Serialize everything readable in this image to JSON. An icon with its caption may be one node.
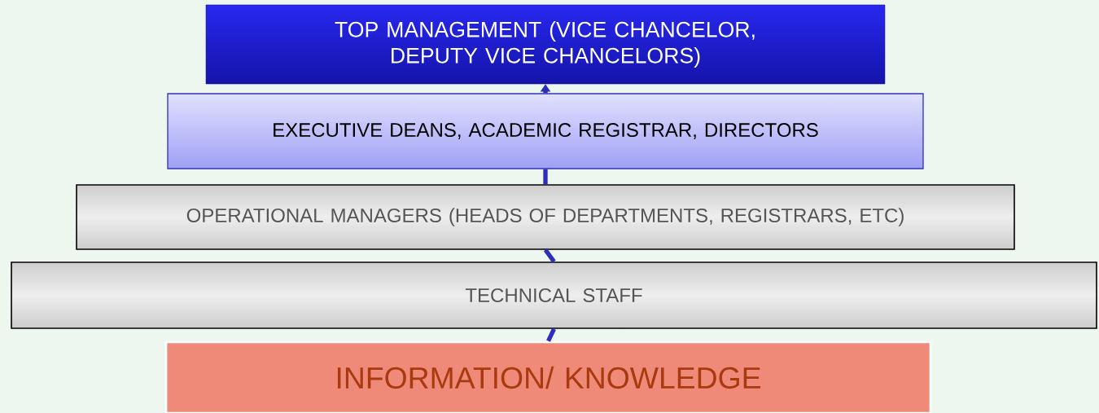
{
  "diagram": {
    "nodes": [
      {
        "text": [
          "TOP MANAGEMENT (VICE CHANCELOR, DEPUTY VICE CHANCELORS)"
        ]
      },
      {
        "text": [
          "EXECUTIVE DEANS, ACADEMIC REGISTRAR, DIRECTORS"
        ]
      },
      {
        "text": [
          "OPERATIONAL MANAGERS (HEADS OF DEPARTMENTS, REGISTRARS, ETC)"
        ]
      },
      {
        "text": [
          "TECHNICAL STAFF"
        ]
      },
      {
        "text": [
          "INFORMATION/ KNOWLEDGE"
        ]
      }
    ],
    "edges": [
      {
        "from": 4,
        "to": 3,
        "arrow": "none"
      },
      {
        "from": 3,
        "to": 2,
        "arrow": "none"
      },
      {
        "from": 2,
        "to": 1,
        "arrow": "none"
      },
      {
        "from": 1,
        "to": 0,
        "arrow": "to"
      }
    ]
  }
}
